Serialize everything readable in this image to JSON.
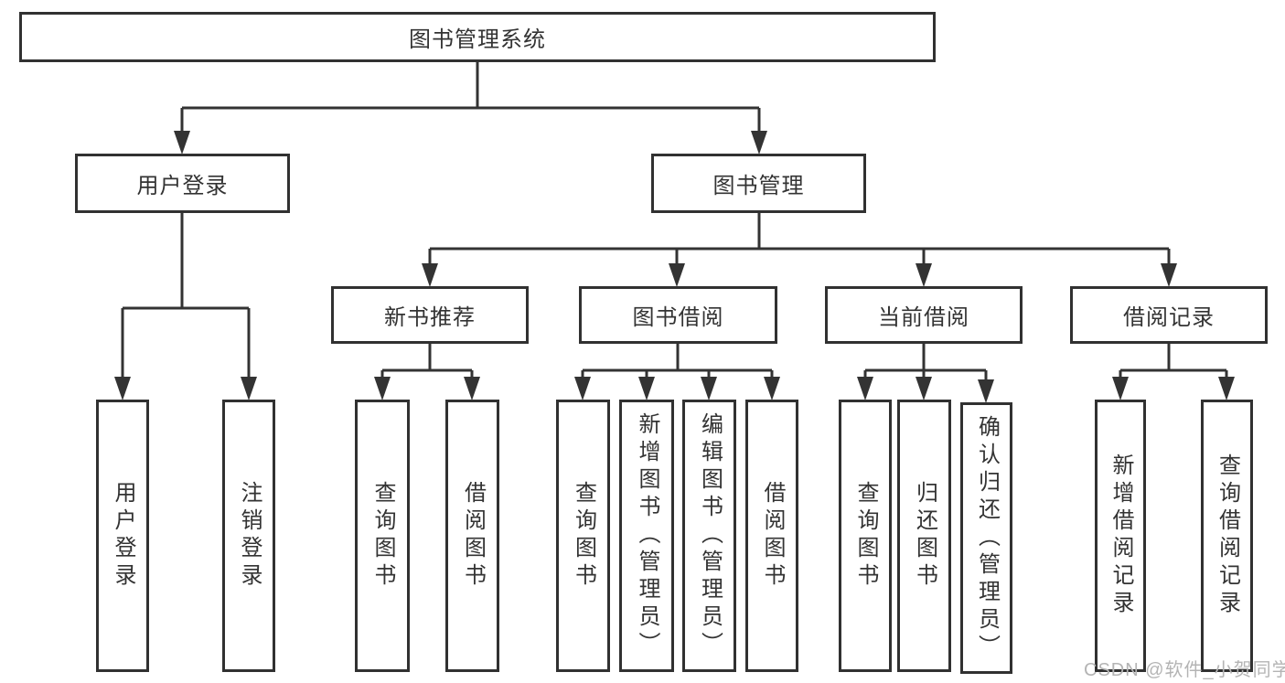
{
  "diagram": {
    "title": "图书管理系统",
    "nodes": {
      "root": {
        "label": "图书管理系统"
      },
      "l2_user_login": {
        "label": "用户登录"
      },
      "l2_book_mgmt": {
        "label": "图书管理"
      },
      "l3_new_books": {
        "label": "新书推荐"
      },
      "l3_book_borrow": {
        "label": "图书借阅"
      },
      "l3_current_borrow": {
        "label": "当前借阅"
      },
      "l3_borrow_records": {
        "label": "借阅记录"
      },
      "leaf_user_login": {
        "label": "用户登录"
      },
      "leaf_logout": {
        "label": "注销登录"
      },
      "leaf_nb_query": {
        "label": "查询图书"
      },
      "leaf_nb_borrow": {
        "label": "借阅图书"
      },
      "leaf_bb_query": {
        "label": "查询图书"
      },
      "leaf_bb_add": {
        "label": "新增图书（管理员）"
      },
      "leaf_bb_edit": {
        "label": "编辑图书（管理员）"
      },
      "leaf_bb_borrow": {
        "label": "借阅图书"
      },
      "leaf_cb_query": {
        "label": "查询图书"
      },
      "leaf_cb_return": {
        "label": "归还图书"
      },
      "leaf_cb_confirm": {
        "label": "确认归还（管理员）"
      },
      "leaf_br_add": {
        "label": "新增借阅记录"
      },
      "leaf_br_query": {
        "label": "查询借阅记录"
      }
    },
    "watermark": {
      "text": "CSDN @软件_小贺同学"
    }
  },
  "colors": {
    "line": "#333333",
    "box_border": "#313131",
    "text": "#333333",
    "background": "#ffffff",
    "watermark": "#b4b4b4"
  }
}
